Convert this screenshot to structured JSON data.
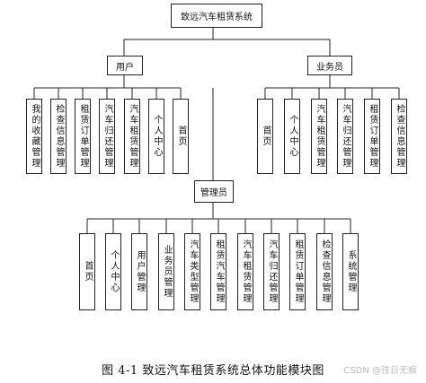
{
  "root": "致远汽车租赁系统",
  "roles": [
    {
      "id": "user",
      "label": "用户",
      "items": [
        "我的收藏管理",
        "检查信息管理",
        "租赁订单管理",
        "汽车归还管理",
        "汽车租赁管理",
        "个人中心",
        "首页"
      ]
    },
    {
      "id": "staff",
      "label": "业务员",
      "items": [
        "首页",
        "个人中心",
        "汽车租赁管理",
        "汽车归还管理",
        "租赁订单管理",
        "检查信息管理"
      ]
    },
    {
      "id": "admin",
      "label": "管理员",
      "items": [
        "首页",
        "个人中心",
        "用户管理",
        "业务员管理",
        "汽车类型管理",
        "租赁汽车管理",
        "汽车租赁管理",
        "汽车归还管理",
        "租赁订单管理",
        "检查信息管理",
        "系统管理"
      ]
    }
  ],
  "caption": "图 4-1 致远汽车租赁系统总体功能模块图",
  "watermark": "CSDN @往日无痕"
}
